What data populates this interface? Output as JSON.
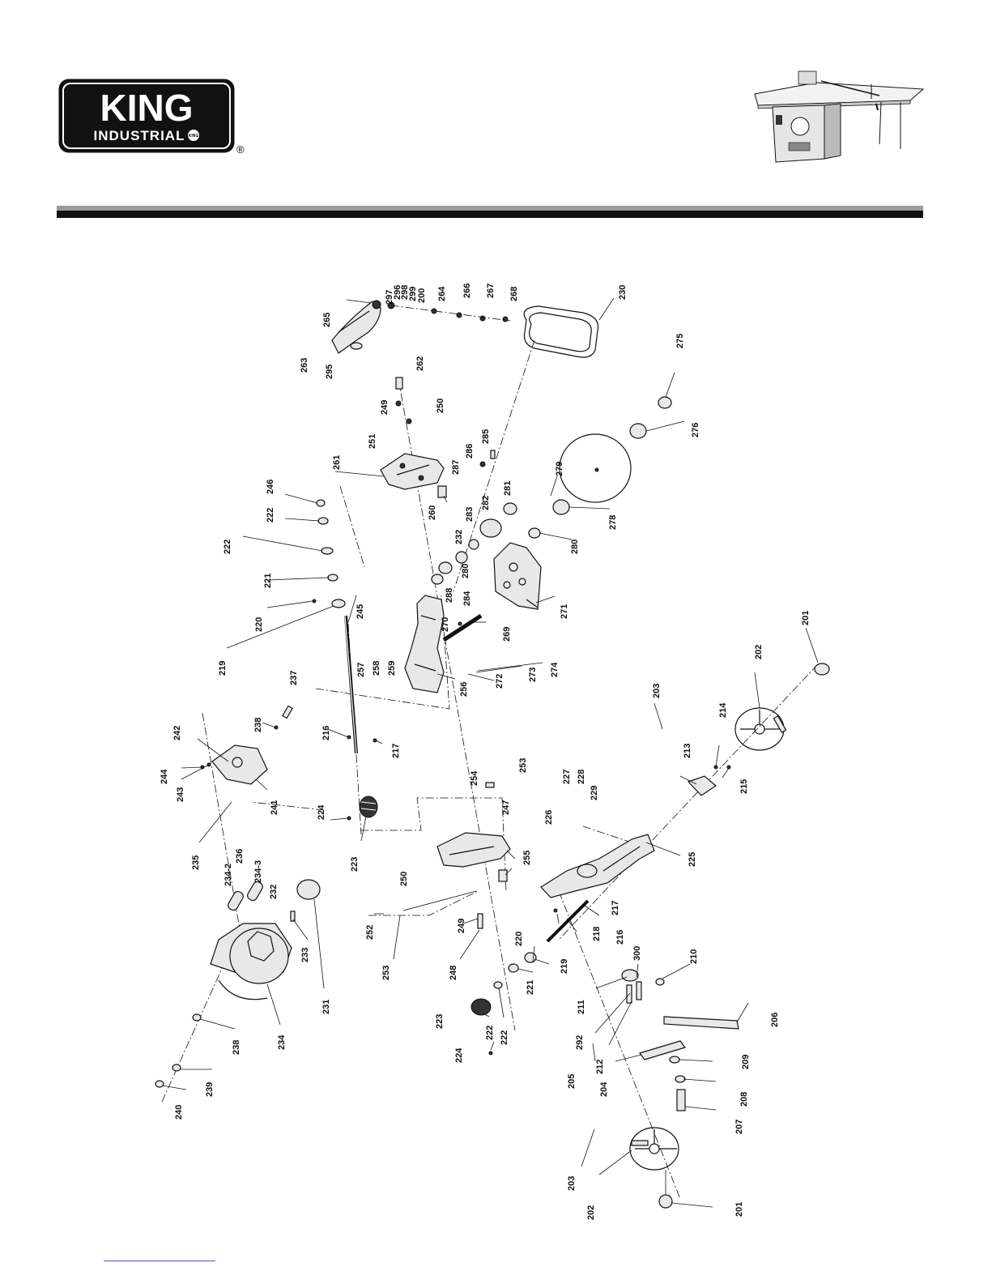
{
  "brand": {
    "name": "KING",
    "sub": "INDUSTRIAL",
    "badge": "KING",
    "registered": "®"
  },
  "diagram": {
    "labels": [
      {
        "id": "l297",
        "text": "297"
      },
      {
        "id": "l296",
        "text": "296"
      },
      {
        "id": "l298",
        "text": "298"
      },
      {
        "id": "l299",
        "text": "299"
      },
      {
        "id": "l200",
        "text": "200"
      },
      {
        "id": "l264",
        "text": "264"
      },
      {
        "id": "l266",
        "text": "266"
      },
      {
        "id": "l267",
        "text": "267"
      },
      {
        "id": "l268",
        "text": "268"
      },
      {
        "id": "l230",
        "text": "230"
      },
      {
        "id": "l265",
        "text": "265"
      },
      {
        "id": "l263",
        "text": "263"
      },
      {
        "id": "l295",
        "text": "295"
      },
      {
        "id": "l262",
        "text": "262"
      },
      {
        "id": "l249a",
        "text": "249"
      },
      {
        "id": "l250a",
        "text": "250"
      },
      {
        "id": "l251",
        "text": "251"
      },
      {
        "id": "l275",
        "text": "275"
      },
      {
        "id": "l276",
        "text": "276"
      },
      {
        "id": "l285",
        "text": "285"
      },
      {
        "id": "l286",
        "text": "286"
      },
      {
        "id": "l287",
        "text": "287"
      },
      {
        "id": "l261",
        "text": "261"
      },
      {
        "id": "l246",
        "text": "246"
      },
      {
        "id": "l222a",
        "text": "222"
      },
      {
        "id": "l279",
        "text": "279"
      },
      {
        "id": "l281",
        "text": "281"
      },
      {
        "id": "l282",
        "text": "282"
      },
      {
        "id": "l283",
        "text": "283"
      },
      {
        "id": "l260",
        "text": "260"
      },
      {
        "id": "l232a",
        "text": "232"
      },
      {
        "id": "l278",
        "text": "278"
      },
      {
        "id": "l222b",
        "text": "222"
      },
      {
        "id": "l280a",
        "text": "280"
      },
      {
        "id": "l280b",
        "text": "280"
      },
      {
        "id": "l221a",
        "text": "221"
      },
      {
        "id": "l288",
        "text": "288"
      },
      {
        "id": "l284",
        "text": "284"
      },
      {
        "id": "l245",
        "text": "245"
      },
      {
        "id": "l220a",
        "text": "220"
      },
      {
        "id": "l270",
        "text": "270"
      },
      {
        "id": "l271",
        "text": "271"
      },
      {
        "id": "l269",
        "text": "269"
      },
      {
        "id": "l219a",
        "text": "219"
      },
      {
        "id": "l201a",
        "text": "201"
      },
      {
        "id": "l257",
        "text": "257"
      },
      {
        "id": "l258",
        "text": "258"
      },
      {
        "id": "l259",
        "text": "259"
      },
      {
        "id": "l272",
        "text": "272"
      },
      {
        "id": "l273",
        "text": "273"
      },
      {
        "id": "l274",
        "text": "274"
      },
      {
        "id": "l256",
        "text": "256"
      },
      {
        "id": "l237",
        "text": "237"
      },
      {
        "id": "l202a",
        "text": "202"
      },
      {
        "id": "l203a",
        "text": "203"
      },
      {
        "id": "l238a",
        "text": "238"
      },
      {
        "id": "l242",
        "text": "242"
      },
      {
        "id": "l216a",
        "text": "216"
      },
      {
        "id": "l217a",
        "text": "217"
      },
      {
        "id": "l214",
        "text": "214"
      },
      {
        "id": "l213",
        "text": "213"
      },
      {
        "id": "l244",
        "text": "244"
      },
      {
        "id": "l243",
        "text": "243"
      },
      {
        "id": "l254",
        "text": "254"
      },
      {
        "id": "l253a",
        "text": "253"
      },
      {
        "id": "l227",
        "text": "227"
      },
      {
        "id": "l228",
        "text": "228"
      },
      {
        "id": "l229",
        "text": "229"
      },
      {
        "id": "l215",
        "text": "215"
      },
      {
        "id": "l241",
        "text": "241"
      },
      {
        "id": "l224a",
        "text": "224"
      },
      {
        "id": "l247",
        "text": "247"
      },
      {
        "id": "l226",
        "text": "226"
      },
      {
        "id": "l235",
        "text": "235"
      },
      {
        "id": "l236",
        "text": "236"
      },
      {
        "id": "l225",
        "text": "225"
      },
      {
        "id": "l223a",
        "text": "223"
      },
      {
        "id": "l255",
        "text": "255"
      },
      {
        "id": "l234-2",
        "text": "234-2"
      },
      {
        "id": "l234-3",
        "text": "234-3"
      },
      {
        "id": "l232b",
        "text": "232"
      },
      {
        "id": "l250b",
        "text": "250"
      },
      {
        "id": "l217b",
        "text": "217"
      },
      {
        "id": "l218",
        "text": "218"
      },
      {
        "id": "l216b",
        "text": "216"
      },
      {
        "id": "l249b",
        "text": "249"
      },
      {
        "id": "l252",
        "text": "252"
      },
      {
        "id": "l220b",
        "text": "220"
      },
      {
        "id": "l219b",
        "text": "219"
      },
      {
        "id": "l233",
        "text": "233"
      },
      {
        "id": "l231",
        "text": "231"
      },
      {
        "id": "l253b",
        "text": "253"
      },
      {
        "id": "l248",
        "text": "248"
      },
      {
        "id": "l221b",
        "text": "221"
      },
      {
        "id": "l300",
        "text": "300"
      },
      {
        "id": "l210",
        "text": "210"
      },
      {
        "id": "l211",
        "text": "211"
      },
      {
        "id": "l222c",
        "text": "222"
      },
      {
        "id": "l223b",
        "text": "223"
      },
      {
        "id": "l222d",
        "text": "222"
      },
      {
        "id": "l292",
        "text": "292"
      },
      {
        "id": "l206",
        "text": "206"
      },
      {
        "id": "l212",
        "text": "212"
      },
      {
        "id": "l234",
        "text": "234"
      },
      {
        "id": "l238b",
        "text": "238"
      },
      {
        "id": "l224b",
        "text": "224"
      },
      {
        "id": "l205",
        "text": "205"
      },
      {
        "id": "l204",
        "text": "204"
      },
      {
        "id": "l209",
        "text": "209"
      },
      {
        "id": "l239",
        "text": "239"
      },
      {
        "id": "l240",
        "text": "240"
      },
      {
        "id": "l208",
        "text": "208"
      },
      {
        "id": "l207",
        "text": "207"
      },
      {
        "id": "l203b",
        "text": "203"
      },
      {
        "id": "l202b",
        "text": "202"
      },
      {
        "id": "l201b",
        "text": "201"
      }
    ]
  }
}
